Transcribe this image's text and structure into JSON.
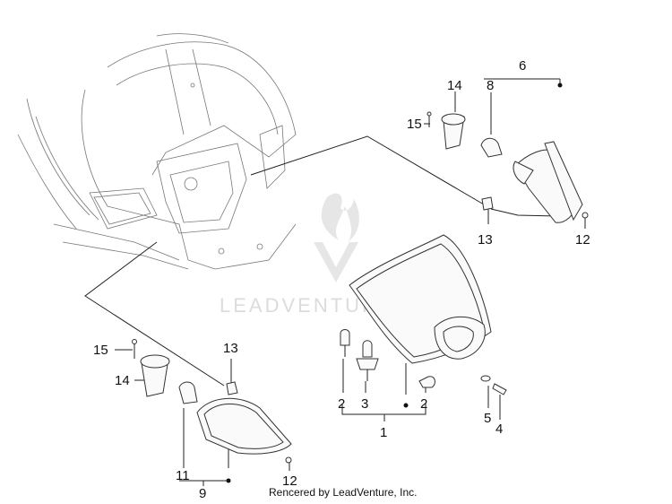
{
  "watermark": {
    "text": "LEADVENTURE"
  },
  "credit": {
    "text": "Rencered by LeadVenture, Inc."
  },
  "callouts": {
    "c1": "1",
    "c2a": "2",
    "c2b": "2",
    "c3": "3",
    "c4": "4",
    "c5": "5",
    "c6": "6",
    "c8": "8",
    "c9": "9",
    "c11": "11",
    "c12a": "12",
    "c12b": "12",
    "c13a": "13",
    "c13b": "13",
    "c14a": "14",
    "c14b": "14",
    "c15a": "15",
    "c15b": "15"
  }
}
